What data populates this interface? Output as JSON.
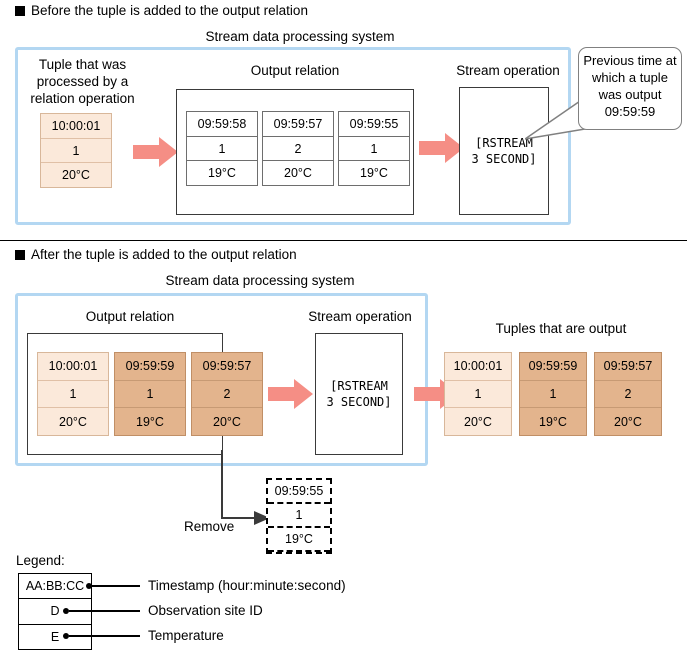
{
  "sections": [
    {
      "heading": "Before the tuple is added to the output relation",
      "system_title": "Stream data processing system",
      "input_caption": "Tuple that was\nprocessed by a\nrelation operation",
      "input_caption_lines": [
        "Tuple that was",
        "processed by a",
        "relation operation"
      ],
      "input_tuple": {
        "timestamp": "10:00:01",
        "site": "1",
        "temp": "20°C"
      },
      "relation_caption": "Output relation",
      "relation_tuples": [
        {
          "timestamp": "09:59:58",
          "site": "1",
          "temp": "19°C"
        },
        {
          "timestamp": "09:59:57",
          "site": "2",
          "temp": "20°C"
        },
        {
          "timestamp": "09:59:55",
          "site": "1",
          "temp": "19°C"
        }
      ],
      "operation_caption": "Stream operation",
      "operation_code": "[RSTREAM\n3 SECOND]",
      "callout_lines": [
        "Previous time at",
        "which a tuple",
        "was output",
        "09:59:59"
      ]
    },
    {
      "heading": "After the tuple is added to the output relation",
      "system_title": "Stream data processing system",
      "relation_caption": "Output relation",
      "relation_tuples": [
        {
          "timestamp": "10:00:01",
          "site": "1",
          "temp": "20°C"
        },
        {
          "timestamp": "09:59:59",
          "site": "1",
          "temp": "19°C"
        },
        {
          "timestamp": "09:59:57",
          "site": "2",
          "temp": "20°C"
        }
      ],
      "operation_caption": "Stream operation",
      "operation_code": "[RSTREAM\n3 SECOND]",
      "output_caption": "Tuples that are output",
      "output_tuples": [
        {
          "timestamp": "10:00:01",
          "site": "1",
          "temp": "20°C"
        },
        {
          "timestamp": "09:59:59",
          "site": "1",
          "temp": "19°C"
        },
        {
          "timestamp": "09:59:57",
          "site": "2",
          "temp": "20°C"
        }
      ],
      "remove_label": "Remove",
      "removed_tuple": {
        "timestamp": "09:59:55",
        "site": "1",
        "temp": "19°C"
      }
    }
  ],
  "legend": {
    "title": "Legend:",
    "rows": [
      {
        "symbol": "AA:BB:CC",
        "label": "Timestamp (hour:minute:second)"
      },
      {
        "symbol": "D",
        "label": "Observation site ID"
      },
      {
        "symbol": "E",
        "label": "Temperature"
      }
    ]
  },
  "colors": {
    "system_border": "#b3d7f2",
    "arrow_pink": "#f58e85",
    "tuple_light": "#fbe9da",
    "tuple_dark": "#e3b48d",
    "frame": "#3a3a3a"
  }
}
